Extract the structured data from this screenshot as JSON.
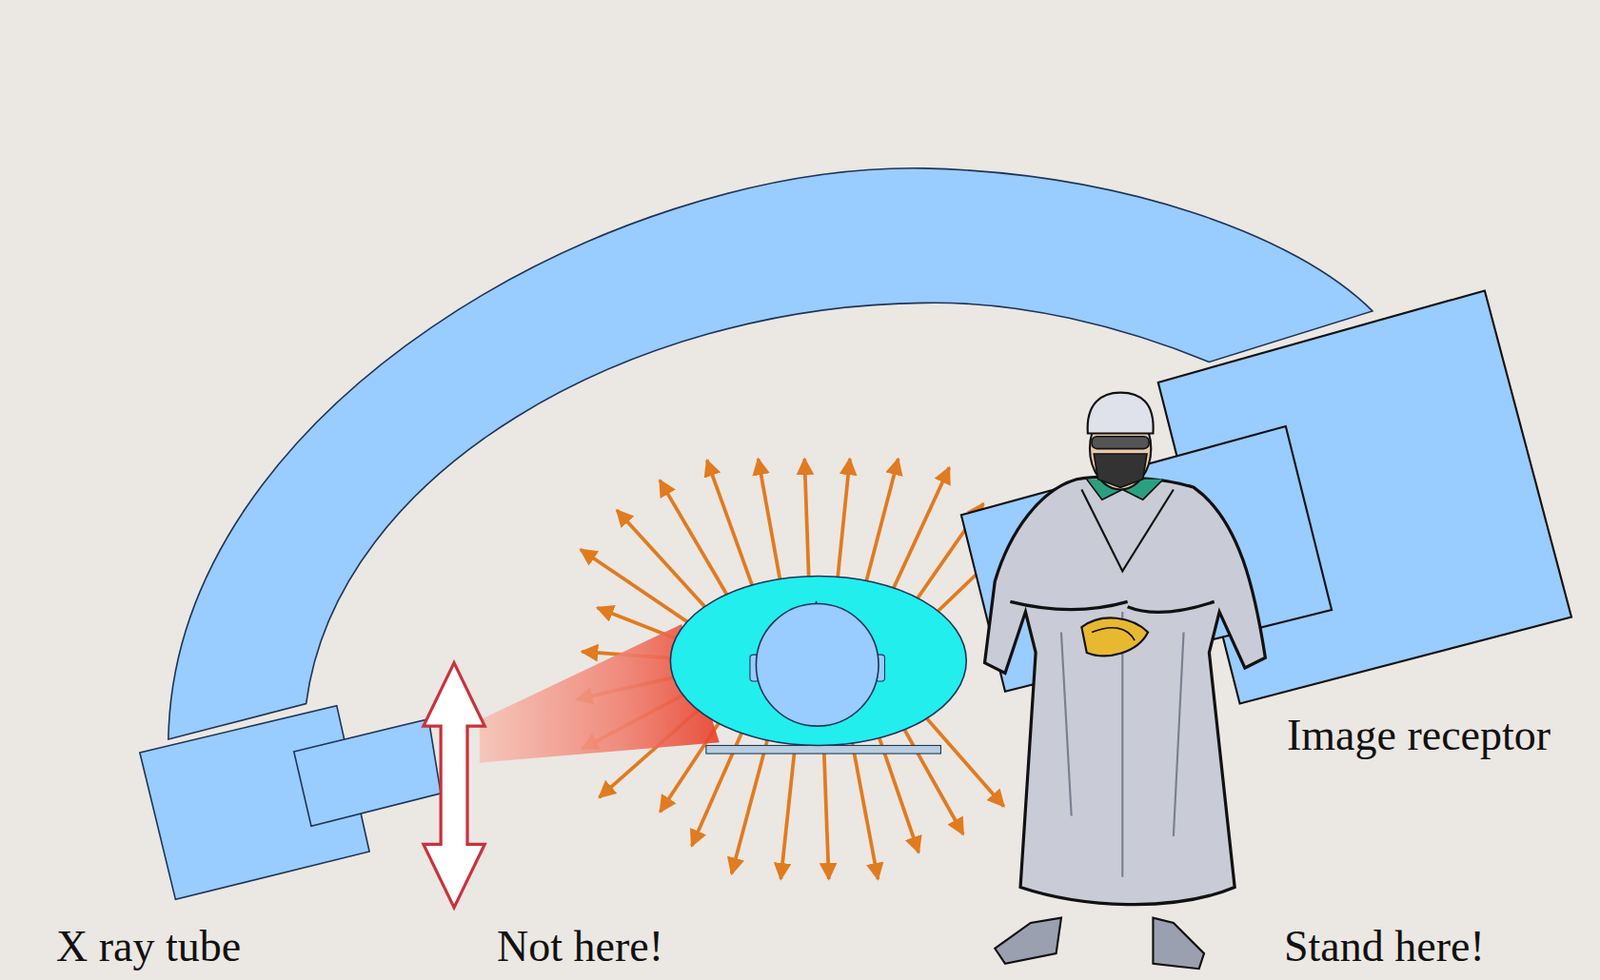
{
  "diagram": {
    "labels": [
      "X ray tube",
      "Not here!",
      "Image receptor",
      "Stand here!"
    ]
  }
}
